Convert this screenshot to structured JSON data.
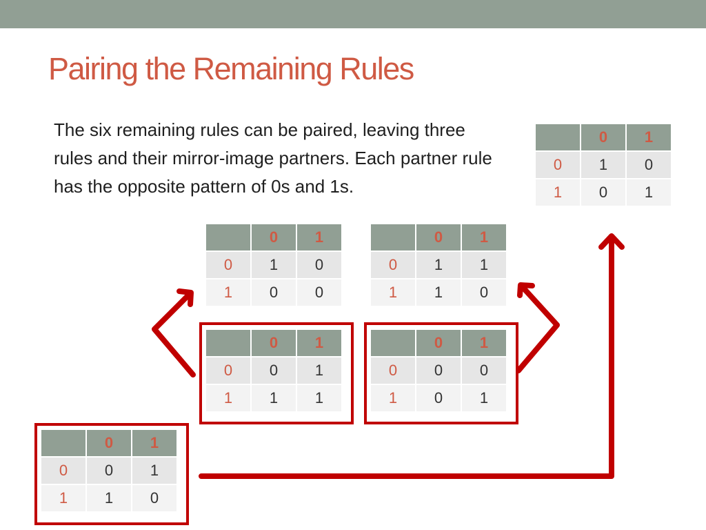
{
  "slide": {
    "title": "Pairing the Remaining Rules",
    "body": "The six remaining rules can be paired, leaving three rules and their mirror-image partners. Each partner rule has the opposite pattern of 0s and 1s."
  },
  "tables": {
    "top_right": {
      "h0": "0",
      "h1": "1",
      "r0": "0",
      "r0c0": "1",
      "r0c1": "0",
      "r1": "1",
      "r1c0": "0",
      "r1c1": "1"
    },
    "upper_left": {
      "h0": "0",
      "h1": "1",
      "r0": "0",
      "r0c0": "1",
      "r0c1": "0",
      "r1": "1",
      "r1c0": "0",
      "r1c1": "0"
    },
    "upper_right": {
      "h0": "0",
      "h1": "1",
      "r0": "0",
      "r0c0": "1",
      "r0c1": "1",
      "r1": "1",
      "r1c0": "1",
      "r1c1": "0"
    },
    "lower_left": {
      "h0": "0",
      "h1": "1",
      "r0": "0",
      "r0c0": "0",
      "r0c1": "1",
      "r1": "1",
      "r1c0": "1",
      "r1c1": "1"
    },
    "lower_right": {
      "h0": "0",
      "h1": "1",
      "r0": "0",
      "r0c0": "0",
      "r0c1": "0",
      "r1": "1",
      "r1c0": "0",
      "r1c1": "1"
    },
    "bottom_left": {
      "h0": "0",
      "h1": "1",
      "r0": "0",
      "r0c0": "0",
      "r0c1": "1",
      "r1": "1",
      "r1c0": "1",
      "r1c1": "0"
    }
  },
  "colors": {
    "accent": "#cf5a44",
    "header_fill": "#919f94",
    "arrow": "#c00000"
  }
}
